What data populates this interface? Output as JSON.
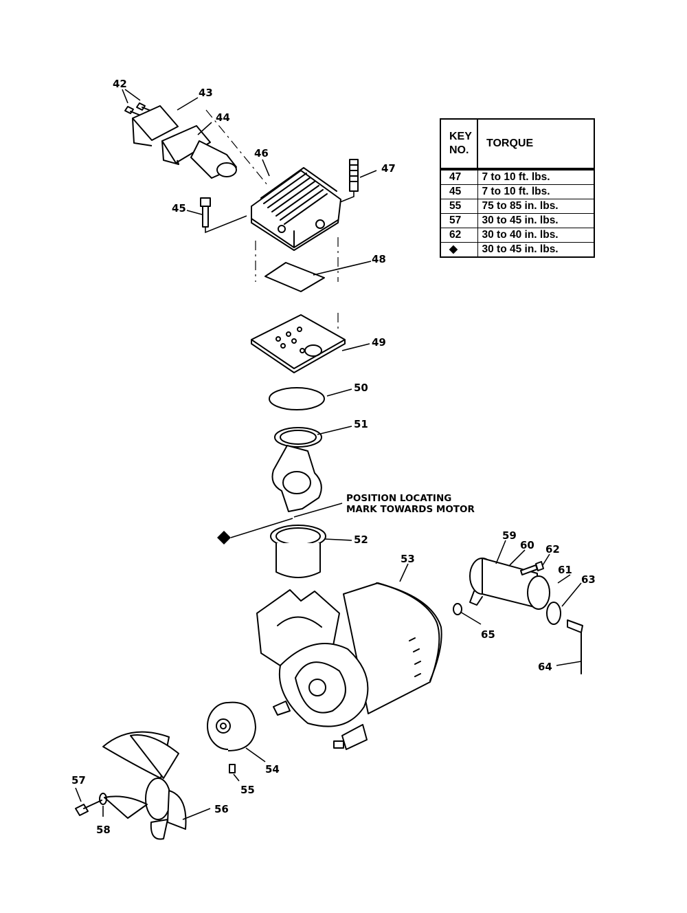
{
  "torque_table": {
    "header_key": "KEY\nNO.",
    "header_torque": "TORQUE",
    "rows": [
      {
        "key": "47",
        "torque": "7 to 10 ft. lbs."
      },
      {
        "key": "45",
        "torque": "7 to 10 ft. lbs."
      },
      {
        "key": "55",
        "torque": "75 to 85  in. lbs."
      },
      {
        "key": "57",
        "torque": "30 to 45 in. lbs."
      },
      {
        "key": "62",
        "torque": "30 to 40 in. lbs."
      },
      {
        "key": "◆",
        "torque": "30 to 45 in. lbs."
      }
    ]
  },
  "note": {
    "line1": "POSITION LOCATING",
    "line2": "MARK TOWARDS MOTOR"
  },
  "callouts": {
    "c42": "42",
    "c43": "43",
    "c44": "44",
    "c45": "45",
    "c46": "46",
    "c47": "47",
    "c48": "48",
    "c49": "49",
    "c50": "50",
    "c51": "51",
    "c52": "52",
    "c53": "53",
    "c54": "54",
    "c55": "55",
    "c56": "56",
    "c57": "57",
    "c58": "58",
    "c59": "59",
    "c60": "60",
    "c61": "61",
    "c62": "62",
    "c63": "63",
    "c64": "64",
    "c65": "65"
  }
}
